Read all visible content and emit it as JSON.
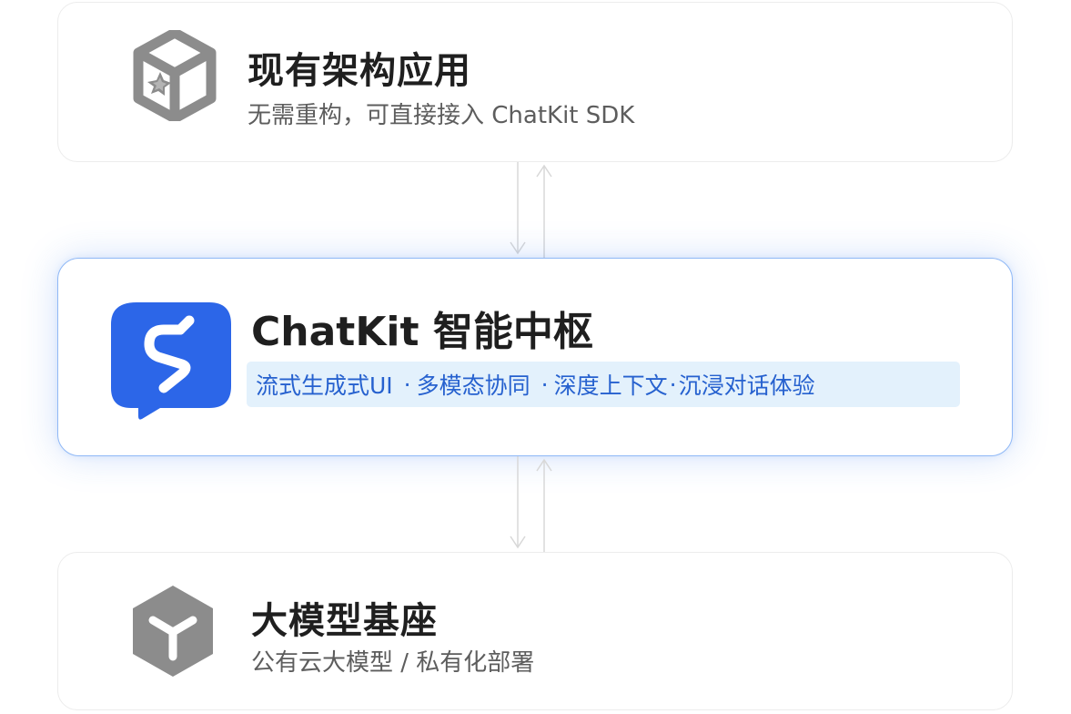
{
  "colors": {
    "accent": "#2c66e8",
    "feature_text": "#2661cf",
    "feature_bg": "#e3f1fc",
    "icon_gray": "#8c8c8c"
  },
  "layers": {
    "top": {
      "title": "现有架构应用",
      "subtitle": "无需重构，可直接接入 ChatKit SDK",
      "icon": "cube-star-icon"
    },
    "middle": {
      "title": "ChatKit 智能中枢",
      "icon": "lightning-chat-logo",
      "features": [
        "流式生成式UI",
        "多模态协同",
        "深度上下文",
        "沉浸对话体验"
      ],
      "separator": "·"
    },
    "bottom": {
      "title": "大模型基座",
      "subtitle": "公有云大模型 / 私有化部署",
      "icon": "cube-y-icon"
    }
  }
}
